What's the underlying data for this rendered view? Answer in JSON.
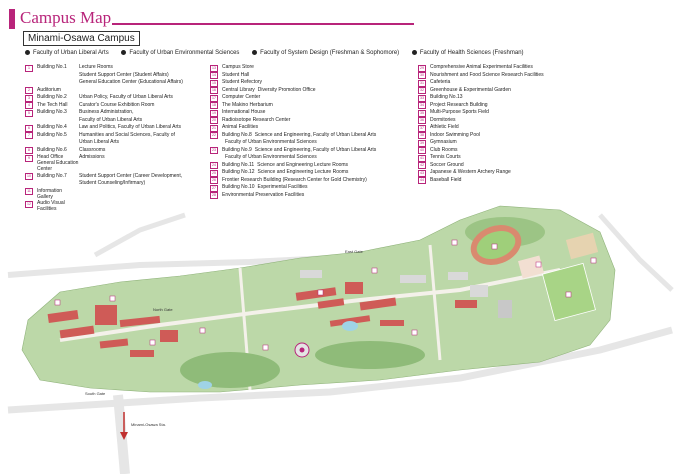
{
  "title": "Campus Map",
  "campus": "Minami-Osawa Campus",
  "faculties": [
    "Faculty of Urban Liberal Arts",
    "Faculty of Urban Environmental Sciences",
    "Faculty of System Design (Freshman & Sophomore)",
    "Faculty of Health Sciences (Freshman)"
  ],
  "colors": {
    "accent": "#b8247a",
    "building": "#cf5b57",
    "green": "#bcd8a8",
    "road": "#eeeeee",
    "water": "#9fd3e6"
  },
  "legend": {
    "col1": [
      {
        "n": "1",
        "name": "Building No.1",
        "desc": "Lecture Rooms"
      },
      {
        "n": "",
        "name": "",
        "desc": "Student Support Center (Student Affairs)"
      },
      {
        "n": "",
        "name": "",
        "desc": "General Education Center (Educational Affairs)"
      },
      {
        "n": "2",
        "name": "Auditorium",
        "desc": ""
      },
      {
        "n": "3",
        "name": "Building No.2",
        "desc": "Urban Policy, Faculty of Urban Liberal Arts"
      },
      {
        "n": "4",
        "name": "The Tech Hall",
        "desc": "Curator's Course Exhibition Room"
      },
      {
        "n": "5",
        "name": "Building No.3",
        "desc": "Business Administration,"
      },
      {
        "n": "",
        "name": "",
        "desc": "Faculty of Urban Liberal Arts"
      },
      {
        "n": "6",
        "name": "Building No.4",
        "desc": "Law and Politics, Faculty of Urban Liberal Arts"
      },
      {
        "n": "7",
        "name": "Building No.5",
        "desc": "Humanities and Social Sciences, Faculty of"
      },
      {
        "n": "",
        "name": "",
        "desc": "Urban Liberal Arts"
      },
      {
        "n": "8",
        "name": "Building No.6",
        "desc": "Classrooms"
      },
      {
        "n": "9",
        "name": "Head Office General Education Center",
        "desc": "Admissions"
      },
      {
        "n": "10",
        "name": "Building No.7",
        "desc": "Student Support Center (Career Development,"
      },
      {
        "n": "",
        "name": "",
        "desc": "Student Counseling/Infirmary)"
      },
      {
        "n": "11",
        "name": "Information Gallery",
        "desc": ""
      },
      {
        "n": "12",
        "name": "Audio Visual Facilities",
        "desc": ""
      }
    ],
    "col2": [
      {
        "n": "13",
        "name": "Campus Store",
        "desc": ""
      },
      {
        "n": "14",
        "name": "Student Hall",
        "desc": ""
      },
      {
        "n": "15",
        "name": "Student Refectory",
        "desc": ""
      },
      {
        "n": "16",
        "name": "Central Library",
        "desc": "Diversity Promotion Office"
      },
      {
        "n": "17",
        "name": "Computer Center",
        "desc": ""
      },
      {
        "n": "18",
        "name": "The Makino Herbarium",
        "desc": ""
      },
      {
        "n": "19",
        "name": "International House",
        "desc": ""
      },
      {
        "n": "20",
        "name": "Radioisotope Research Center",
        "desc": ""
      },
      {
        "n": "21",
        "name": "Animal Facilities",
        "desc": ""
      },
      {
        "n": "22",
        "name": "Building No.8",
        "desc": "Science and Engineering, Faculty of Urban Liberal Arts"
      },
      {
        "n": "",
        "name": "",
        "desc": "Faculty of Urban Environmental Sciences"
      },
      {
        "n": "23",
        "name": "Building No.9",
        "desc": "Science and Engineering, Faculty of Urban Liberal Arts"
      },
      {
        "n": "",
        "name": "",
        "desc": "Faculty of Urban Environmental Sciences"
      },
      {
        "n": "24",
        "name": "Building No.11",
        "desc": "Science and Engineering Lecture Rooms"
      },
      {
        "n": "25",
        "name": "Building No.12",
        "desc": "Science and Engineering Lecture Rooms"
      },
      {
        "n": "26",
        "name": "Frontier Research Building (Research Center for Gold Chemistry)",
        "desc": ""
      },
      {
        "n": "27",
        "name": "Building No.10",
        "desc": "Experimental Facilities"
      },
      {
        "n": "28",
        "name": "Environmental Preservation Facilities",
        "desc": ""
      }
    ],
    "col3": [
      {
        "n": "29",
        "name": "Comprehensive Animal Experimental Facilities",
        "desc": ""
      },
      {
        "n": "30",
        "name": "Nourishment and Food Science Research Facilities",
        "desc": ""
      },
      {
        "n": "31",
        "name": "Cafeteria",
        "desc": ""
      },
      {
        "n": "32",
        "name": "Greenhouse & Experimental Garden",
        "desc": ""
      },
      {
        "n": "33",
        "name": "Building No.13",
        "desc": ""
      },
      {
        "n": "34",
        "name": "Project Research Building",
        "desc": ""
      },
      {
        "n": "35",
        "name": "Multi-Purpose Sports Field",
        "desc": ""
      },
      {
        "n": "36",
        "name": "Dormitories",
        "desc": ""
      },
      {
        "n": "37",
        "name": "Athletic Field",
        "desc": ""
      },
      {
        "n": "38",
        "name": "Indoor Swimming Pool",
        "desc": ""
      },
      {
        "n": "39",
        "name": "Gymnasium",
        "desc": ""
      },
      {
        "n": "40",
        "name": "Club Rooms",
        "desc": ""
      },
      {
        "n": "41",
        "name": "Tennis Courts",
        "desc": ""
      },
      {
        "n": "42",
        "name": "Soccer Ground",
        "desc": ""
      },
      {
        "n": "43",
        "name": "Japanese & Western Archery Range",
        "desc": ""
      },
      {
        "n": "44",
        "name": "Baseball Field",
        "desc": ""
      }
    ]
  },
  "map_labels": {
    "east_gate": "East Gate",
    "north_gate": "North Gate",
    "south_gate": "South Gate",
    "station": "Minami-Osawa Sta."
  }
}
